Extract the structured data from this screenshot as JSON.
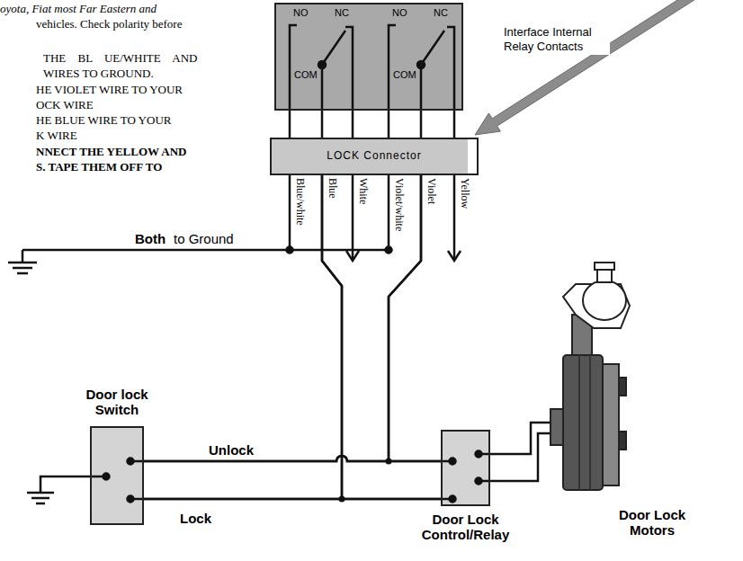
{
  "diagram": {
    "nodes": [
      {
        "text": [
          "NO",
          "NC",
          "COM",
          "NO",
          "NC",
          "COM"
        ]
      },
      {
        "text": [
          "LOCK Connector"
        ]
      },
      {
        "text": [
          "Door lock Switch"
        ]
      },
      {
        "text": [
          "Door Lock Control/Relay"
        ]
      }
    ],
    "edges": [
      {
        "from": 0,
        "to": 1,
        "arrow": "none"
      },
      {
        "from": 0,
        "to": 1,
        "arrow": "none"
      },
      {
        "from": 0,
        "to": 1,
        "arrow": "none"
      },
      {
        "from": 0,
        "to": 1,
        "arrow": "none"
      },
      {
        "from": 0,
        "to": 1,
        "arrow": "none"
      },
      {
        "from": 0,
        "to": 1,
        "arrow": "none"
      },
      {
        "from": 1,
        "to": 2,
        "arrow": "none"
      },
      {
        "from": 1,
        "to": 3,
        "arrow": "none"
      },
      {
        "from": 1,
        "to": 2,
        "arrow": "none"
      },
      {
        "from": 1,
        "to": 3,
        "arrow": "none"
      },
      {
        "from": 2,
        "to": 3,
        "label": "Unlock",
        "arrow": "none"
      },
      {
        "from": 2,
        "to": 3,
        "label": "Lock",
        "arrow": "none"
      }
    ],
    "labels": [
      "oyota, Fiat most Far Eastern and",
      "vehicles. Check polarity before",
      "THE BL UE/WHITE AND",
      "WIRES TO GROUND.",
      "HE VIOLET WIRE TO YOUR",
      "OCK WIRE",
      "HE BLUE WIRE TO YOUR",
      "K WIRE",
      "NNECT THE YELLOW AND",
      "S. TAPE THEM OFF TO",
      "Interface Internal Relay Contacts",
      "Blue/white",
      "Blue",
      "White",
      "Violet/white",
      "Violet",
      "Yellow",
      "Both",
      "to Ground",
      "Door Lock Motors"
    ]
  }
}
